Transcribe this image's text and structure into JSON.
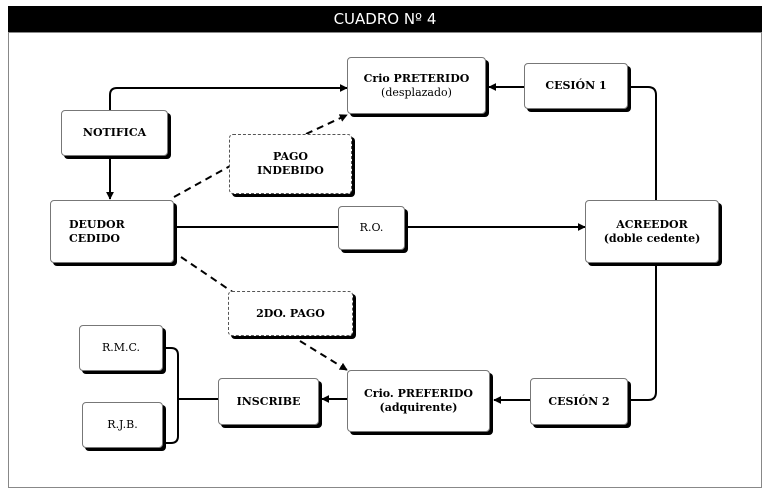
{
  "header": {
    "title": "CUADRO Nº 4"
  },
  "nodes": {
    "crio_preterido": {
      "line1": "Crio PRETERIDO",
      "line2": "(desplazado)"
    },
    "cesion_1": {
      "label": "CESIÓN 1"
    },
    "notifica": {
      "label": "NOTIFICA"
    },
    "pago_indebido": {
      "line1": "PAGO",
      "line2": "INDEBIDO"
    },
    "deudor_cedido": {
      "line1": "DEUDOR",
      "line2": "CEDIDO"
    },
    "ro": {
      "label": "R.O."
    },
    "acreedor": {
      "line1": "ACREEDOR",
      "line2": "(doble cedente)"
    },
    "segundo_pago": {
      "label": "2DO. PAGO"
    },
    "rmc": {
      "label": "R.M.C."
    },
    "rjb": {
      "label": "R.J.B."
    },
    "inscribe": {
      "label": "INSCRIBE"
    },
    "crio_preferido": {
      "line1": "Crio. PREFERIDO",
      "line2": "(adquirente)"
    },
    "cesion_2": {
      "label": "CESIÓN 2"
    }
  },
  "colors": {
    "header_bg": "#000000",
    "line": "#000000",
    "box_shadow": "#000000"
  }
}
